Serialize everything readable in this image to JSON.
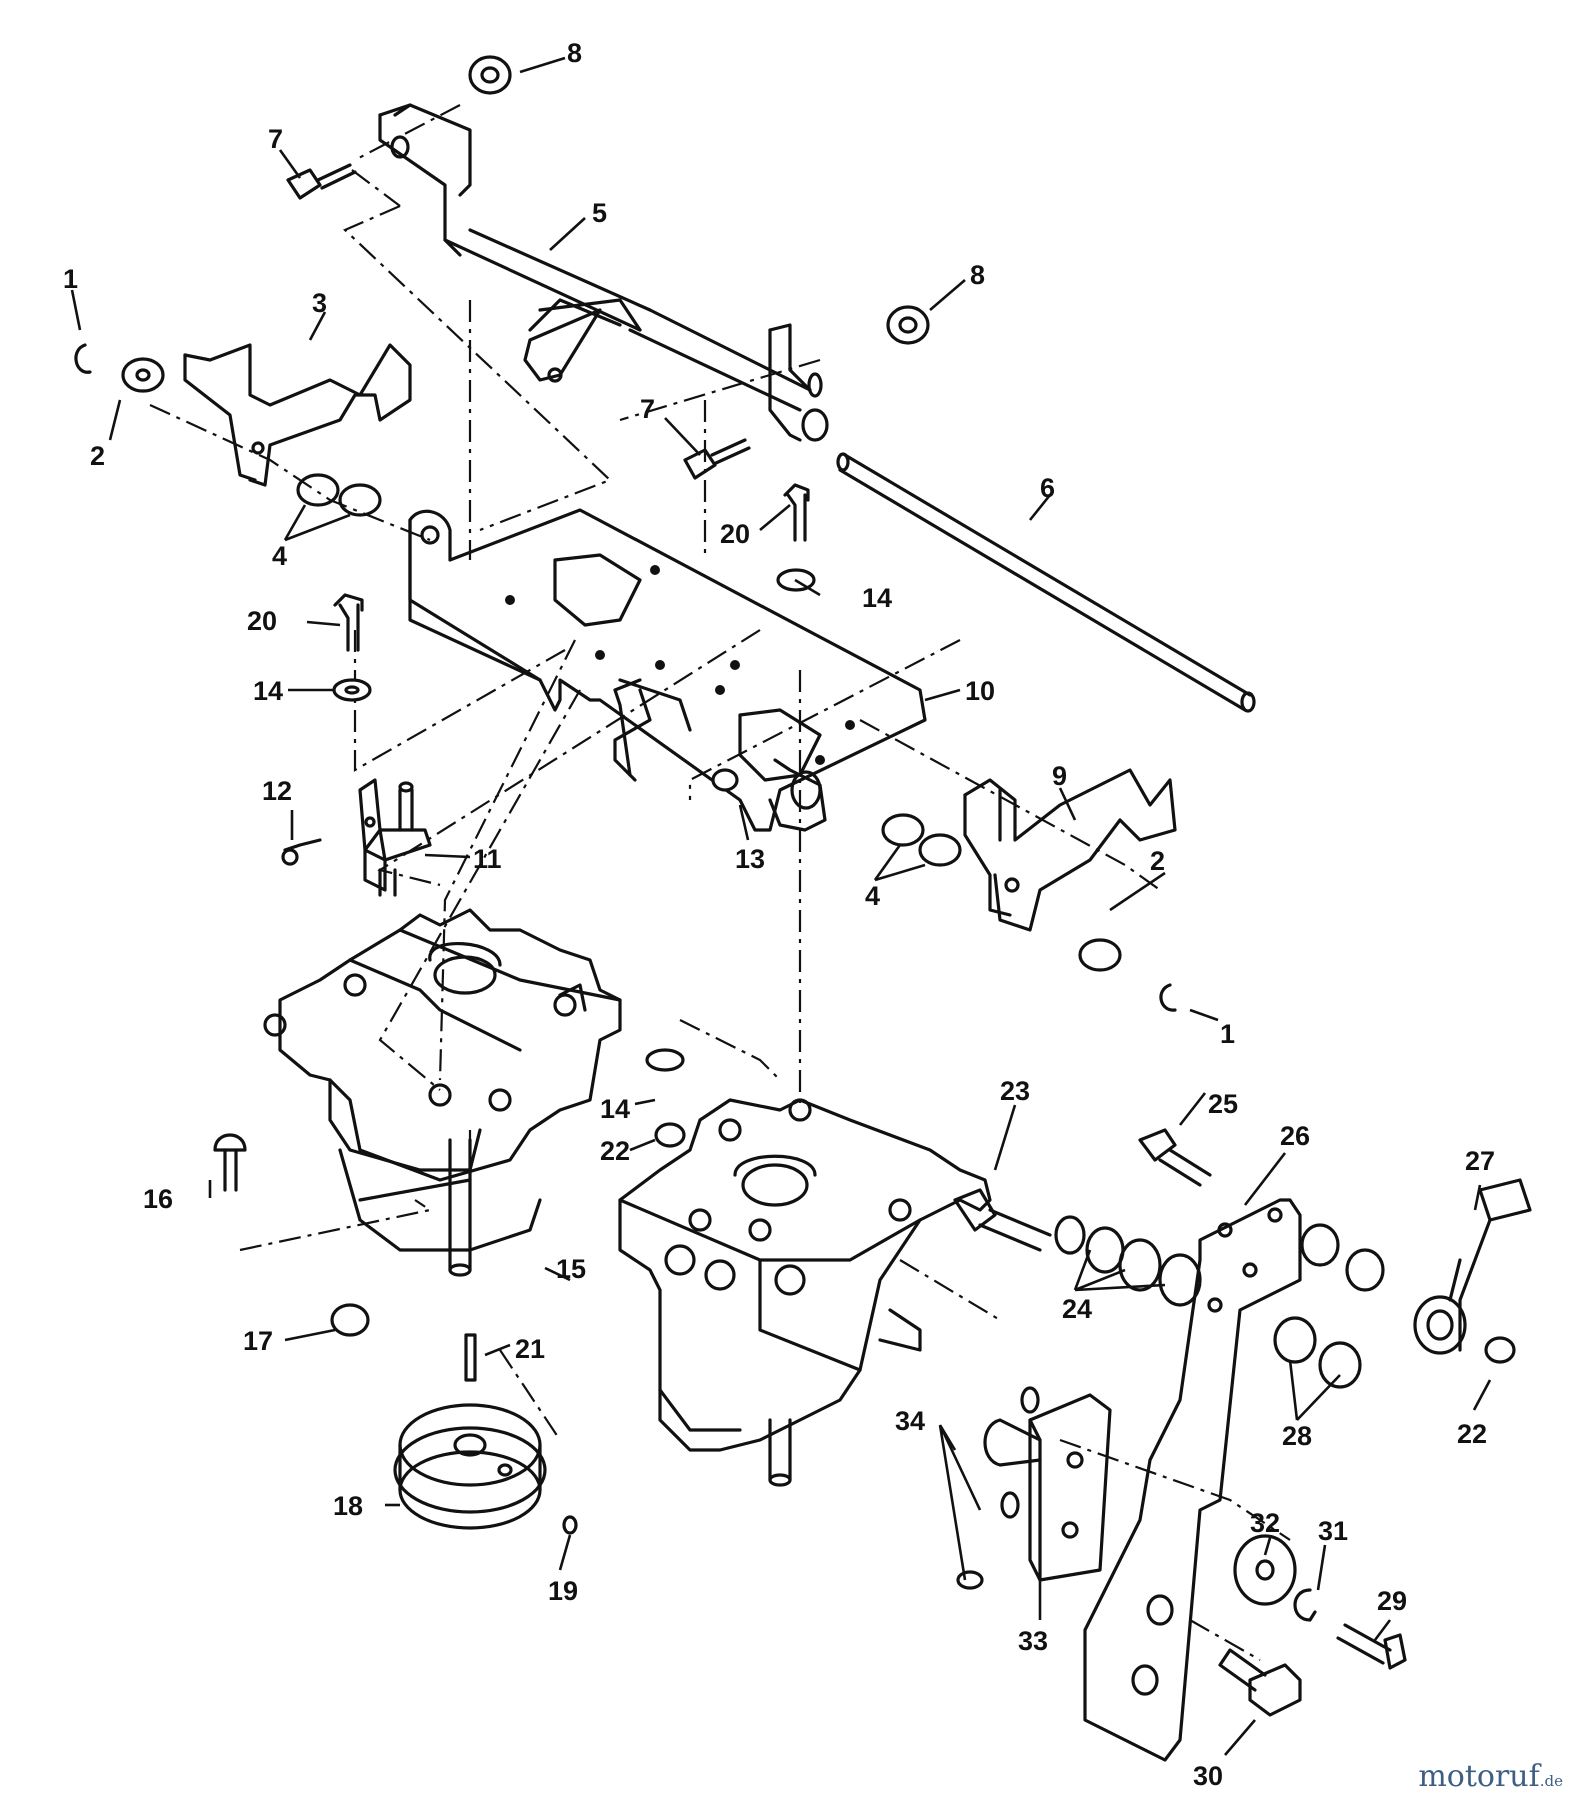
{
  "callouts": [
    "1",
    "2",
    "3",
    "4",
    "5",
    "6",
    "7",
    "8",
    "9",
    "10",
    "11",
    "12",
    "13",
    "14",
    "15",
    "16",
    "17",
    "18",
    "19",
    "20",
    "21",
    "22",
    "23",
    "24",
    "25",
    "26",
    "27",
    "28",
    "29",
    "30",
    "31",
    "32",
    "33",
    "34"
  ],
  "watermark": {
    "name": "motoruf",
    "suffix": ".de"
  }
}
